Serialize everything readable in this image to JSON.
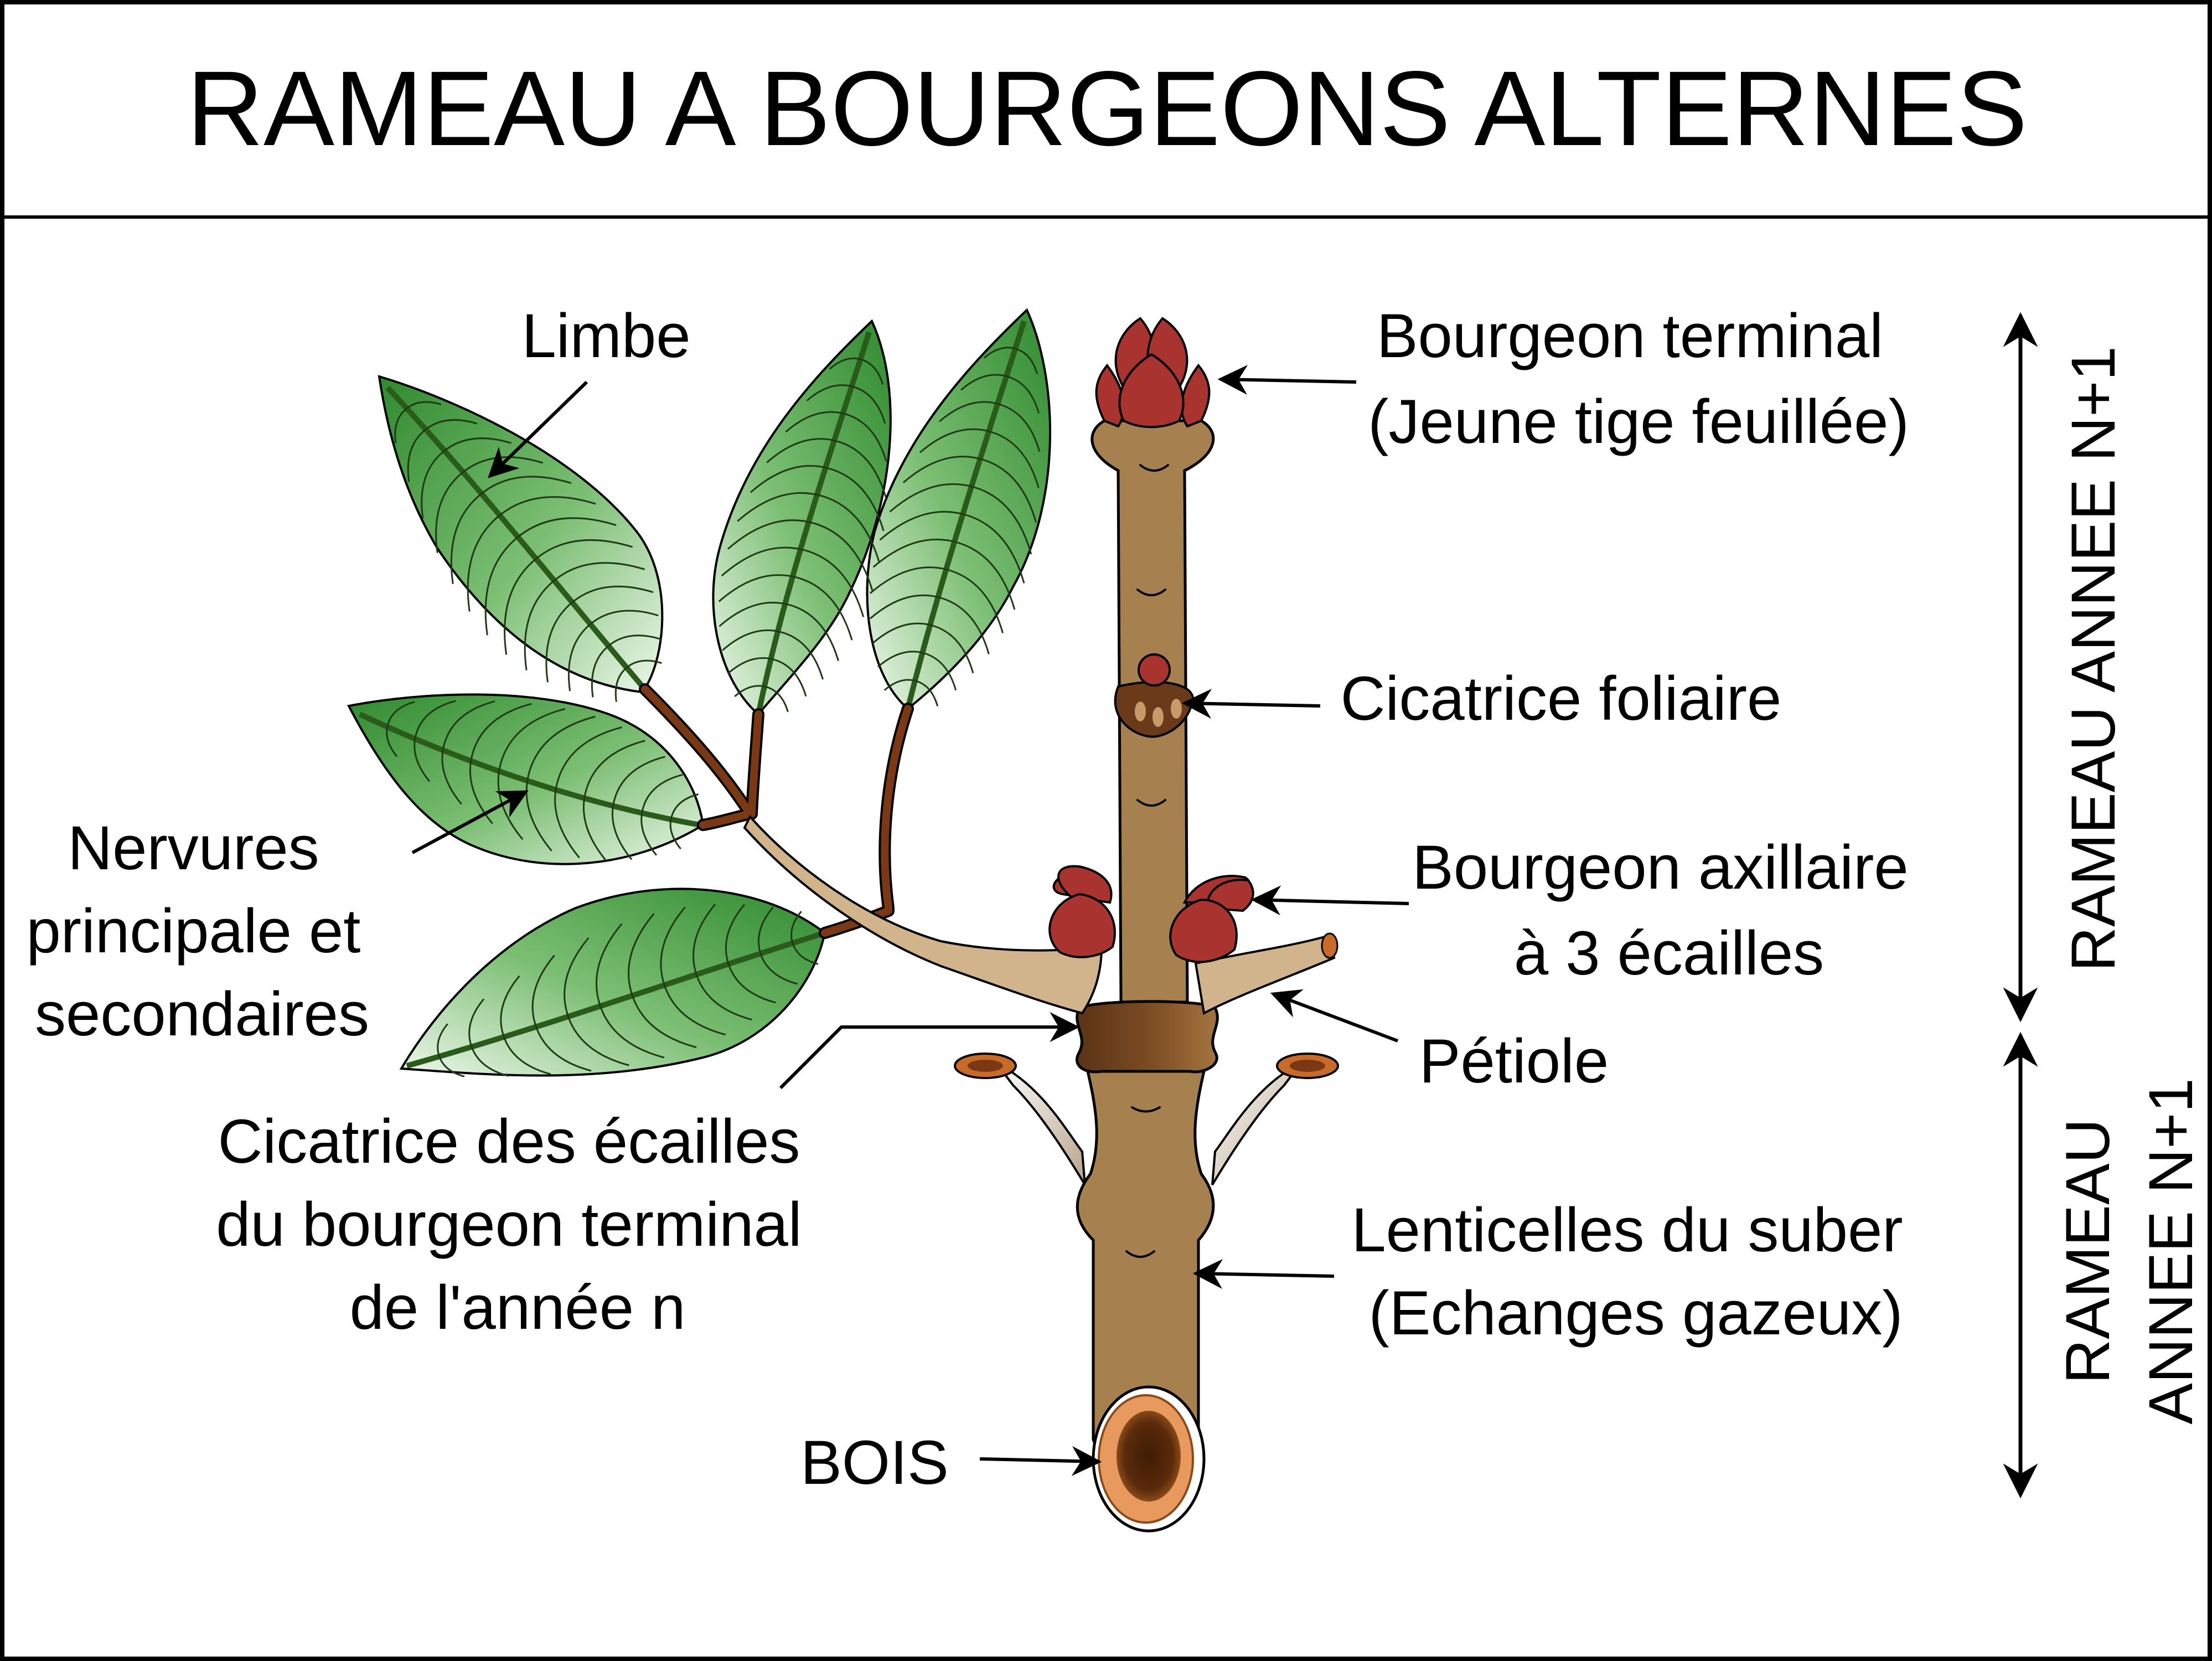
{
  "title": "RAMEAU A BOURGEONS ALTERNES",
  "labels": {
    "limbe": "Limbe",
    "nervures": [
      "Nervures",
      "principale et",
      "secondaires"
    ],
    "bourgeon_terminal": [
      "Bourgeon terminal",
      "(Jeune tige feuillée)"
    ],
    "cicatrice_foliaire": "Cicatrice foliaire",
    "bourgeon_axillaire": [
      "Bourgeon axillaire",
      "à 3 écailles"
    ],
    "petiole": "Pétiole",
    "cicatrice_ecailles": [
      "Cicatrice des écailles",
      "du bourgeon terminal",
      "de l'année n"
    ],
    "lenticelles": [
      "Lenticelles du suber",
      "(Echanges gazeux)"
    ],
    "bois": "BOIS"
  },
  "side_labels": {
    "upper": "RAMEAU ANNEE N+1",
    "lower": [
      "RAMEAU",
      "ANNEE N+1"
    ]
  },
  "colors": {
    "stem": "#a7804f",
    "bud": "#a8332f",
    "leaf_dark": "#2e8a2e",
    "leaf_light": "#e9f4e6",
    "petiole": "#d2b48c",
    "vein": "#6b3212"
  }
}
